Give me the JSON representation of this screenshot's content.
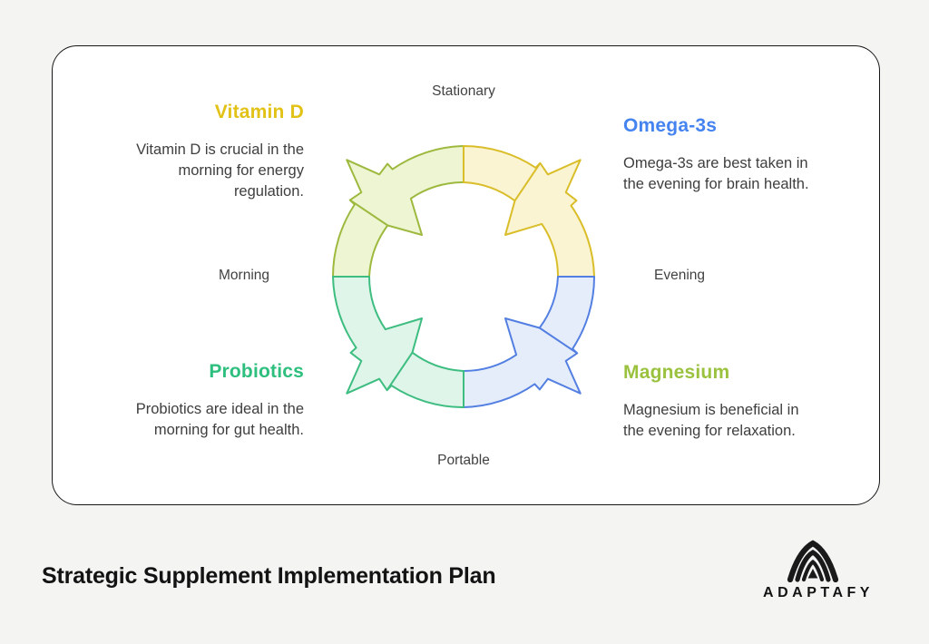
{
  "card": {
    "background": "#ffffff",
    "border_color": "#171717"
  },
  "wheel": {
    "segments": [
      {
        "position": "top-left",
        "fill": "#eef5d3",
        "stroke": "#9db93e"
      },
      {
        "position": "top-right",
        "fill": "#fbf4d3",
        "stroke": "#d9be29"
      },
      {
        "position": "bottom-right",
        "fill": "#e5edfb",
        "stroke": "#537fe2"
      },
      {
        "position": "bottom-left",
        "fill": "#dff5e9",
        "stroke": "#3ebd81"
      }
    ],
    "axis_labels": {
      "top": "Stationary",
      "left": "Morning",
      "right": "Evening",
      "bottom": "Portable"
    }
  },
  "supplements": [
    {
      "name": "Vitamin D",
      "color": "#e2c217",
      "description": "Vitamin D is crucial in the\nmorning for energy\nregulation."
    },
    {
      "name": "Omega-3s",
      "color": "#4584f0",
      "description": "Omega-3s are best taken in\nthe evening for brain health."
    },
    {
      "name": "Probiotics",
      "color": "#2ebf7e",
      "description": "Probiotics are ideal in the\nmorning for gut health."
    },
    {
      "name": "Magnesium",
      "color": "#9ac23f",
      "description": "Magnesium is beneficial in\nthe evening for relaxation."
    }
  ],
  "footer": {
    "title": "Strategic Supplement Implementation Plan",
    "brand": "ADAPTAFY"
  }
}
